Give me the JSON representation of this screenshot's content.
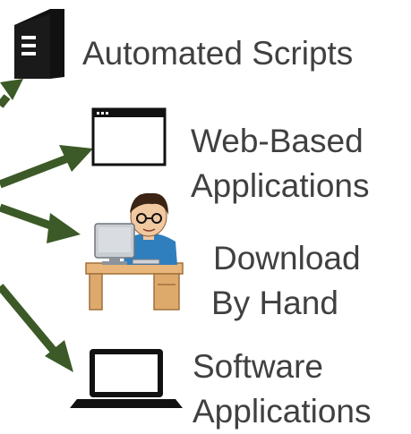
{
  "colors": {
    "arrow": "#3b5a27",
    "text": "#404040",
    "icon_dark": "#111111"
  },
  "items": {
    "automated_scripts": {
      "label": "Automated Scripts",
      "icon": "server-tower-icon"
    },
    "web_based": {
      "line1": "Web-Based",
      "line2": "Applications",
      "icon": "browser-window-icon"
    },
    "download_by_hand": {
      "line1": "Download",
      "line2": "By Hand",
      "icon": "person-at-computer-icon"
    },
    "software": {
      "line1": "Software",
      "line2": "Applications",
      "icon": "laptop-icon"
    }
  }
}
